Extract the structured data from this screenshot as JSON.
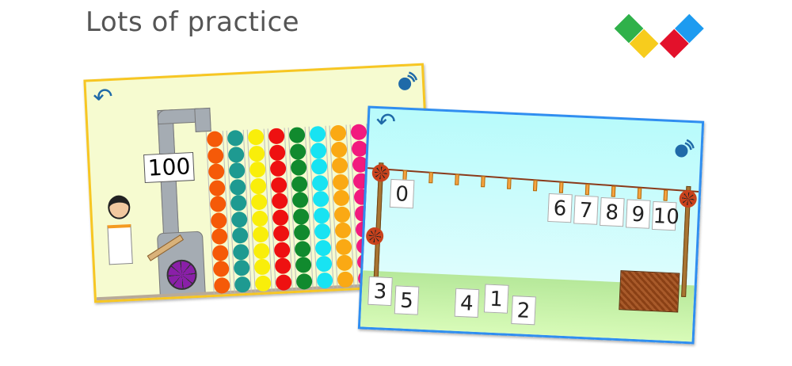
{
  "heading": "Lots of practice",
  "logo_colors": [
    "#1d9bf0",
    "#2fb14a",
    "#e3112b",
    "#f7cc1d"
  ],
  "counting_game": {
    "counter": "100",
    "bead_colors": [
      "#f55a08",
      "#1e9a91",
      "#f9ee0a",
      "#ee1111",
      "#118a2e",
      "#18e3f2",
      "#faa914",
      "#f21a7e"
    ],
    "beads_per_column": 10
  },
  "number_line_game": {
    "hung_cards": [
      "0",
      "6",
      "7",
      "8",
      "9",
      "10"
    ],
    "loose_cards": [
      "3",
      "5",
      "4",
      "1",
      "2"
    ],
    "peg_count": 11
  }
}
